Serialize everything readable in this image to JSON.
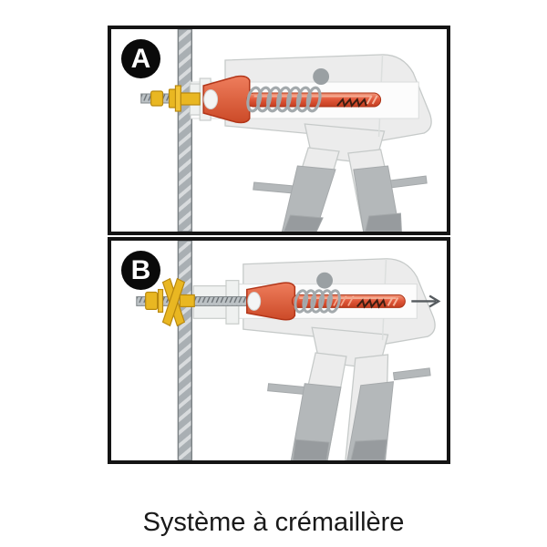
{
  "figure": {
    "caption": "Système à crémaillère",
    "panels": [
      {
        "id": "A",
        "label": "A"
      },
      {
        "id": "B",
        "label": "B"
      }
    ],
    "icons": {
      "pull_arrow": "→"
    }
  },
  "colors": {
    "background": "#ffffff",
    "panel_border": "#141414",
    "badge_background": "#0a0a0a",
    "badge_text": "#ffffff",
    "caption_text": "#191919",
    "tool_body": "#ececec",
    "tool_outline": "#c6cac9",
    "tool_grip": "#b4b8ba",
    "tool_grip_dark": "#979b9e",
    "tool_channel": "#fcfcfc",
    "wall_fill": "#a9afb3",
    "wall_stripe": "#d8dbdd",
    "rod_orange": "#e2593b",
    "rod_orange_dark": "#c23d1f",
    "rod_orange_light": "#f29a7e",
    "rack_teeth": "#3d1e12",
    "anchor_yellow": "#e9b722",
    "anchor_yellow_dark": "#b8880f",
    "thread_gray": "#bcc2c5",
    "arrow": "#565b5f"
  }
}
